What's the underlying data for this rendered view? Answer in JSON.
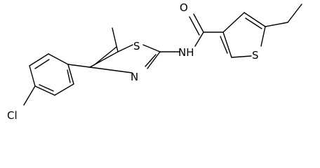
{
  "molecule": {
    "atoms": {
      "oxygen": "O",
      "sulfur_thiazole": "S",
      "nitrogen_thiazole": "N",
      "amide_nh": "NH",
      "sulfur_thiophene": "S",
      "chlorine": "Cl"
    }
  }
}
